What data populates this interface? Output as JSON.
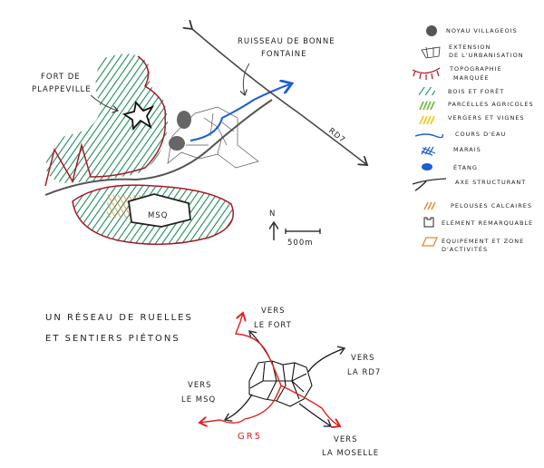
{
  "map": {
    "fort_label": [
      "FORT DE",
      "PLAPPEVILLE"
    ],
    "stream_label": [
      "RUISSEAU DE BONNE",
      "FONTAINE"
    ],
    "road_label": "RD7",
    "msq_label": "MSQ",
    "north_label": "N",
    "scale_label": "500m"
  },
  "legend": [
    {
      "label": [
        "NOYAU VILLAGEOIS"
      ],
      "icon": "village-core-icon",
      "color": "#555555"
    },
    {
      "label": [
        "EXTENSION",
        "DE L'URBANISATION"
      ],
      "icon": "urban-extension-icon",
      "color": "#333333"
    },
    {
      "label": [
        "TOPOGRAPHIE",
        "MARQUÉE"
      ],
      "icon": "topography-icon",
      "color": "#a8182a"
    },
    {
      "label": [
        "BOIS ET FORÊT"
      ],
      "icon": "forest-icon",
      "color": "#1f8a5a"
    },
    {
      "label": [
        "PARCELLES AGRICOLES"
      ],
      "icon": "agricultural-icon",
      "color": "#6fb83a"
    },
    {
      "label": [
        "VERGERS ET VIGNES"
      ],
      "icon": "orchard-icon",
      "color": "#f2c418"
    },
    {
      "label": [
        "COURS D'EAU"
      ],
      "icon": "stream-icon",
      "color": "#1a5fd0"
    },
    {
      "label": [
        "MARAIS"
      ],
      "icon": "marsh-icon",
      "color": "#1a5fd0"
    },
    {
      "label": [
        "ÉTANG"
      ],
      "icon": "pond-icon",
      "color": "#1a5fd0"
    },
    {
      "label": [
        "AXE STRUCTURANT"
      ],
      "icon": "main-axis-icon",
      "color": "#222222"
    },
    {
      "label": [
        "PELOUSES CALCAIRES"
      ],
      "icon": "grassland-icon",
      "color": "#e8862a"
    },
    {
      "label": [
        "ÉLÉMENT REMARQUABLE"
      ],
      "icon": "landmark-icon",
      "color": "#222222"
    },
    {
      "label": [
        "ÉQUIPEMENT ET ZONE",
        "D'ACTIVITÉS"
      ],
      "icon": "facility-icon",
      "color": "#e8862a"
    }
  ],
  "network": {
    "title": [
      "UN RÉSEAU DE RUELLES",
      "ET SENTIERS PIÉTONS"
    ],
    "to_fort": [
      "VERS",
      "LE FORT"
    ],
    "to_rd7": [
      "VERS",
      "LA RD7"
    ],
    "to_msq": [
      "VERS",
      "LE MSQ"
    ],
    "to_moselle": [
      "VERS",
      "LA MOSELLE"
    ],
    "trail_label": "GR5"
  }
}
